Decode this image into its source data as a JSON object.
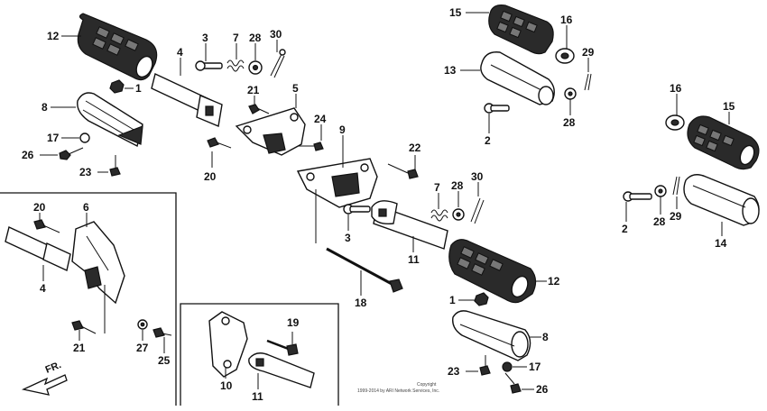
{
  "callouts": [
    {
      "id": "c1",
      "label": "12"
    },
    {
      "id": "c2",
      "label": "1"
    },
    {
      "id": "c3",
      "label": "8"
    },
    {
      "id": "c4",
      "label": "17"
    },
    {
      "id": "c5",
      "label": "26"
    },
    {
      "id": "c6",
      "label": "23"
    },
    {
      "id": "c7",
      "label": "4"
    },
    {
      "id": "c8",
      "label": "3"
    },
    {
      "id": "c9",
      "label": "7"
    },
    {
      "id": "c10",
      "label": "28"
    },
    {
      "id": "c11",
      "label": "30"
    },
    {
      "id": "c12",
      "label": "21"
    },
    {
      "id": "c13",
      "label": "5"
    },
    {
      "id": "c14",
      "label": "24"
    },
    {
      "id": "c15",
      "label": "20"
    },
    {
      "id": "c16",
      "label": "9"
    },
    {
      "id": "c17",
      "label": "22"
    },
    {
      "id": "c18",
      "label": "15"
    },
    {
      "id": "c19",
      "label": "16"
    },
    {
      "id": "c20",
      "label": "13"
    },
    {
      "id": "c21",
      "label": "29"
    },
    {
      "id": "c22",
      "label": "28"
    },
    {
      "id": "c23",
      "label": "2"
    },
    {
      "id": "c24",
      "label": "16"
    },
    {
      "id": "c25",
      "label": "15"
    },
    {
      "id": "c26",
      "label": "2"
    },
    {
      "id": "c27",
      "label": "28"
    },
    {
      "id": "c28",
      "label": "29"
    },
    {
      "id": "c29",
      "label": "14"
    },
    {
      "id": "c30",
      "label": "7"
    },
    {
      "id": "c31",
      "label": "28"
    },
    {
      "id": "c32",
      "label": "30"
    },
    {
      "id": "c33",
      "label": "3"
    },
    {
      "id": "c34",
      "label": "11"
    },
    {
      "id": "c35",
      "label": "18"
    },
    {
      "id": "c36",
      "label": "12"
    },
    {
      "id": "c37",
      "label": "1"
    },
    {
      "id": "c38",
      "label": "8"
    },
    {
      "id": "c39",
      "label": "23"
    },
    {
      "id": "c40",
      "label": "17"
    },
    {
      "id": "c41",
      "label": "26"
    },
    {
      "id": "c42",
      "label": "20"
    },
    {
      "id": "c43",
      "label": "6"
    },
    {
      "id": "c44",
      "label": "4"
    },
    {
      "id": "c45",
      "label": "21"
    },
    {
      "id": "c46",
      "label": "27"
    },
    {
      "id": "c47",
      "label": "25"
    },
    {
      "id": "c48",
      "label": "19"
    },
    {
      "id": "c49",
      "label": "10"
    },
    {
      "id": "c50",
      "label": "11"
    }
  ],
  "front_indicator": "FR.",
  "copyright": "Copyright\n1999-2014 by ARI Network Services, Inc."
}
